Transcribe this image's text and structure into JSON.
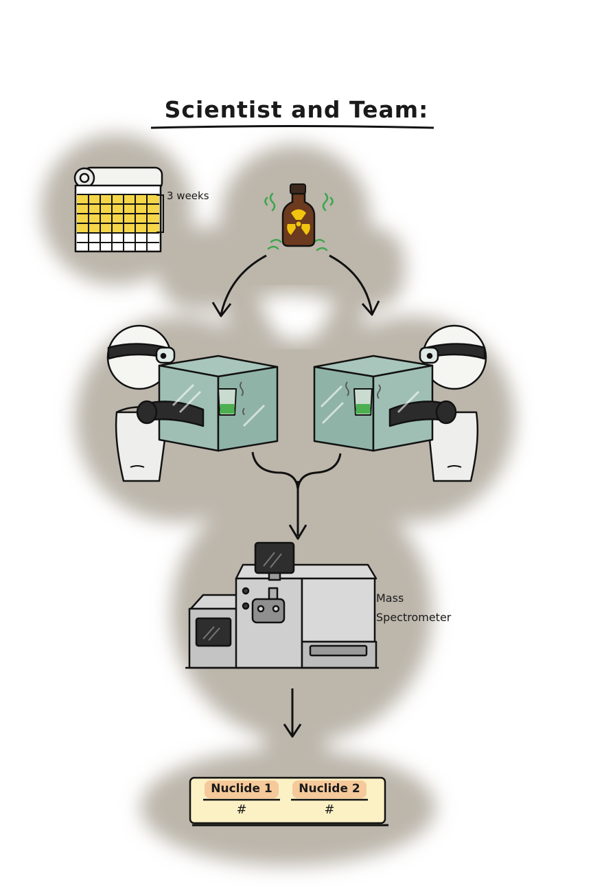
{
  "title": "Scientist and Team:",
  "calendar": {
    "duration_label": "3 weeks",
    "icon": "calendar-icon"
  },
  "sample": {
    "icon": "radioactive-bottle-icon"
  },
  "gloveboxes": {
    "icon": "glovebox-scientist-icon",
    "count": 2
  },
  "instrument": {
    "label_line1": "Mass",
    "label_line2": "Spectrometer",
    "icon": "mass-spectrometer-icon"
  },
  "results_table": {
    "columns": [
      "Nuclide 1",
      "Nuclide 2"
    ],
    "values": [
      "#",
      "#"
    ]
  },
  "colors": {
    "background_blob": "#bcb6ab",
    "calendar_cells": "#f4d648",
    "bottle": "#6b3a1f",
    "radiation_symbol": "#f1c40f",
    "glovebox_glass": "#9fbfb4",
    "liquid": "#4caf50",
    "table_fill": "#fbf1c4",
    "header_highlight": "#f5c99a"
  }
}
